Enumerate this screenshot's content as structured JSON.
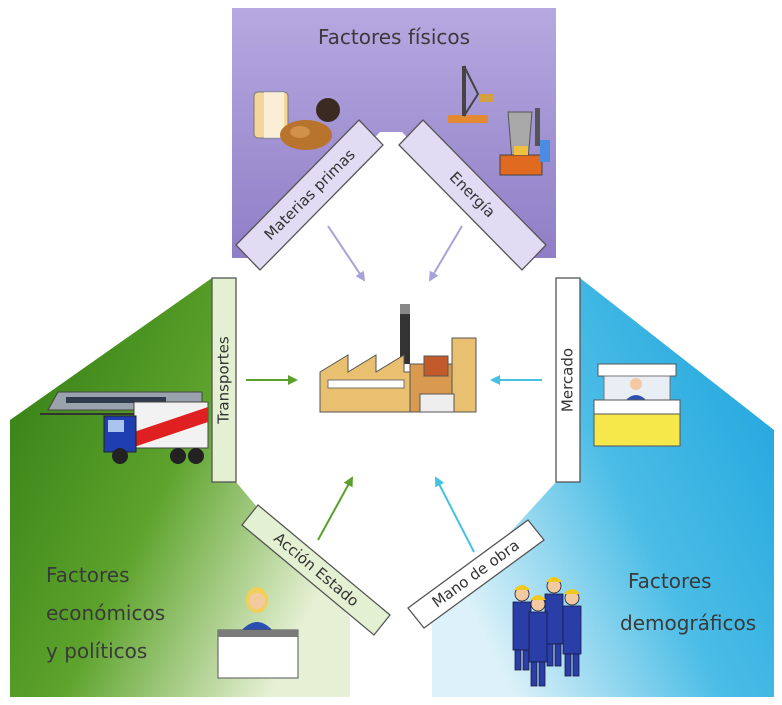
{
  "regions": {
    "physical": {
      "title": "Factores físicos"
    },
    "economic": {
      "title_lines": [
        "Factores",
        "económicos",
        "y políticos"
      ]
    },
    "demographic": {
      "title_lines": [
        "Factores",
        "demográficos"
      ]
    }
  },
  "labels": {
    "raw_materials": "Materias primas",
    "energy": "Energía",
    "transport": "Transportes",
    "market": "Mercado",
    "state_action": "Acción Estado",
    "labor": "Mano de obra"
  },
  "colors": {
    "physical": "#9e8ecc",
    "economic": "#5d9d2c",
    "demographic": "#3fb4e1",
    "arrow_physical": "#a7a2d8",
    "arrow_economic": "#5aa02a",
    "arrow_demographic": "#45c2e2"
  },
  "icons": [
    "factory-icon",
    "raw-materials-icon",
    "energy-plant-icon",
    "train-truck-icon",
    "market-stall-icon",
    "official-at-desk-icon",
    "workers-icon"
  ]
}
